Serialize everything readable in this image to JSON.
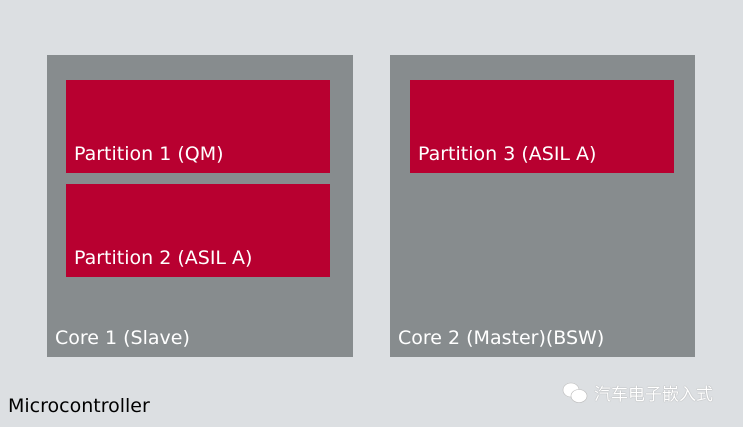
{
  "colors": {
    "background": "#dcdfe2",
    "core": "#878c8e",
    "partition": "#b80030"
  },
  "cores": [
    {
      "label": "Core 1 (Slave)",
      "partitions": [
        "Partition 1 (QM)",
        "Partition 2 (ASIL A)"
      ]
    },
    {
      "label": "Core 2 (Master)(BSW)",
      "partitions": [
        "Partition 3 (ASIL A)"
      ]
    }
  ],
  "microcontroller_label": "Microcontroller",
  "watermark": {
    "icon": "wechat-icon",
    "text": "汽车电子嵌入式"
  }
}
